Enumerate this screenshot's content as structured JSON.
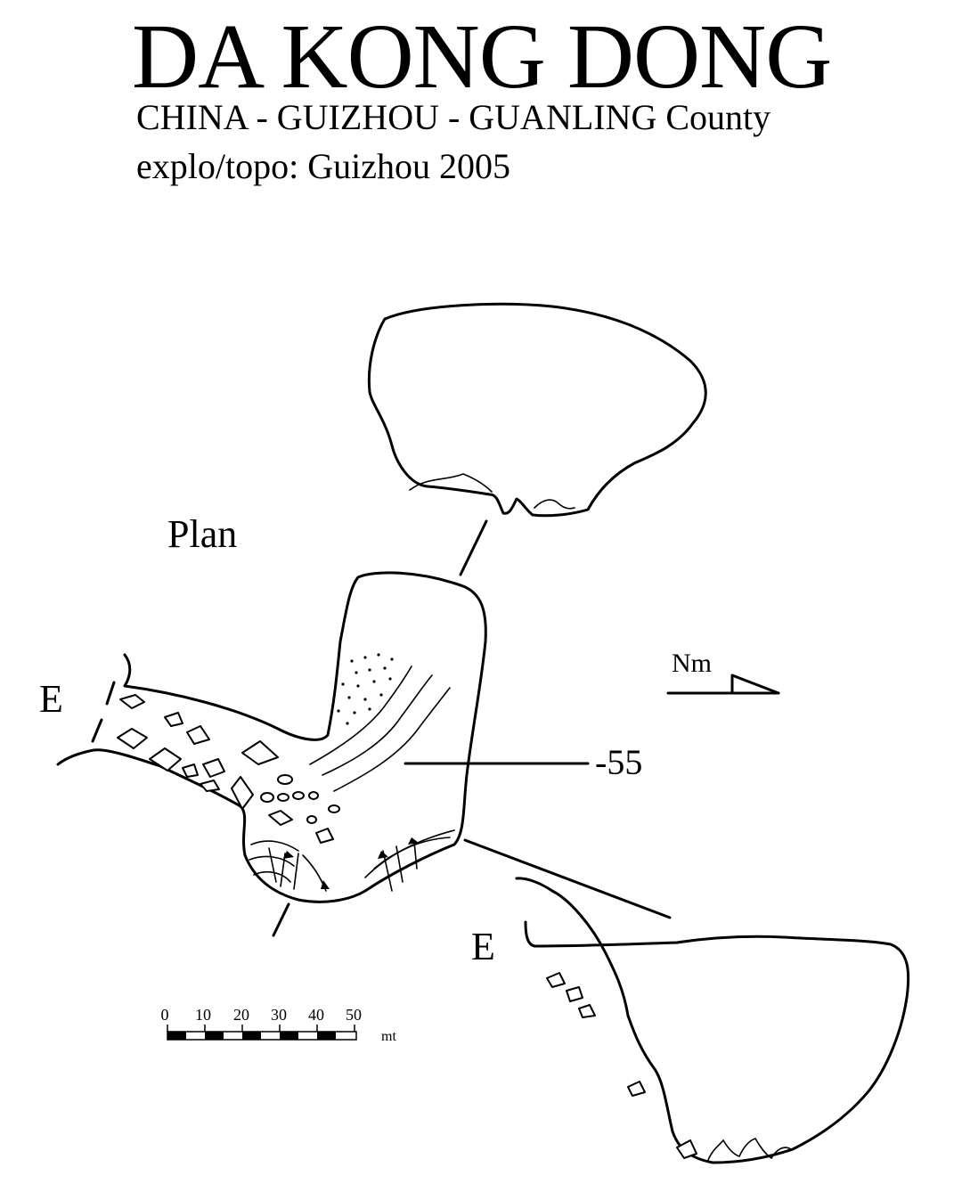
{
  "header": {
    "title": "DA KONG DONG",
    "location": "CHINA - GUIZHOU - GUANLING County",
    "credits": "explo/topo: Guizhou 2005"
  },
  "plan": {
    "label": "Plan",
    "depth_label": "-55",
    "entrance_label_plan": "E",
    "entrance_label_section": "E"
  },
  "north_arrow": {
    "label": "Nm"
  },
  "scale_bar": {
    "ticks": [
      "0",
      "10",
      "20",
      "30",
      "40",
      "50"
    ],
    "unit": "mt"
  },
  "colors": {
    "ink": "#000000",
    "paper": "#ffffff"
  }
}
